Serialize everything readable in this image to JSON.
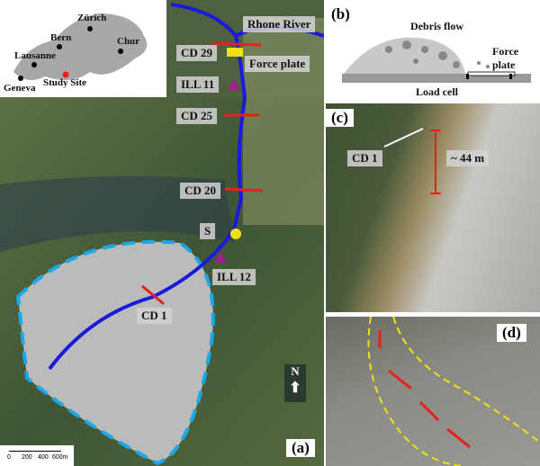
{
  "inset": {
    "cities": [
      "Zürich",
      "Bern",
      "Lausanne",
      "Geneva",
      "Chur"
    ],
    "study_site": "Study Site"
  },
  "map": {
    "labels": {
      "rhone": "Rhone River",
      "cd29": "CD 29",
      "force_plate": "Force plate",
      "ill11": "ILL 11",
      "cd25": "CD 25",
      "cd20": "CD 20",
      "s": "S",
      "ill12": "ILL 12",
      "cd1": "CD 1"
    },
    "north": "N",
    "scale": [
      "0",
      "200",
      "400",
      "600m"
    ],
    "panel": "(a)",
    "colors": {
      "river": "#1a1adc",
      "catchment": "#1aa8e8",
      "cross_section": "#e8201a",
      "station": "#a0208c",
      "sensor": "#f0e010"
    }
  },
  "panel_b": {
    "panel": "(b)",
    "debris_flow": "Debris flow",
    "force_plate": "Force plate",
    "load_cell": "Load cell"
  },
  "panel_c": {
    "panel": "(c)",
    "cd": "CD 1",
    "height": "~ 44 m"
  },
  "panel_d": {
    "panel": "(d)"
  }
}
